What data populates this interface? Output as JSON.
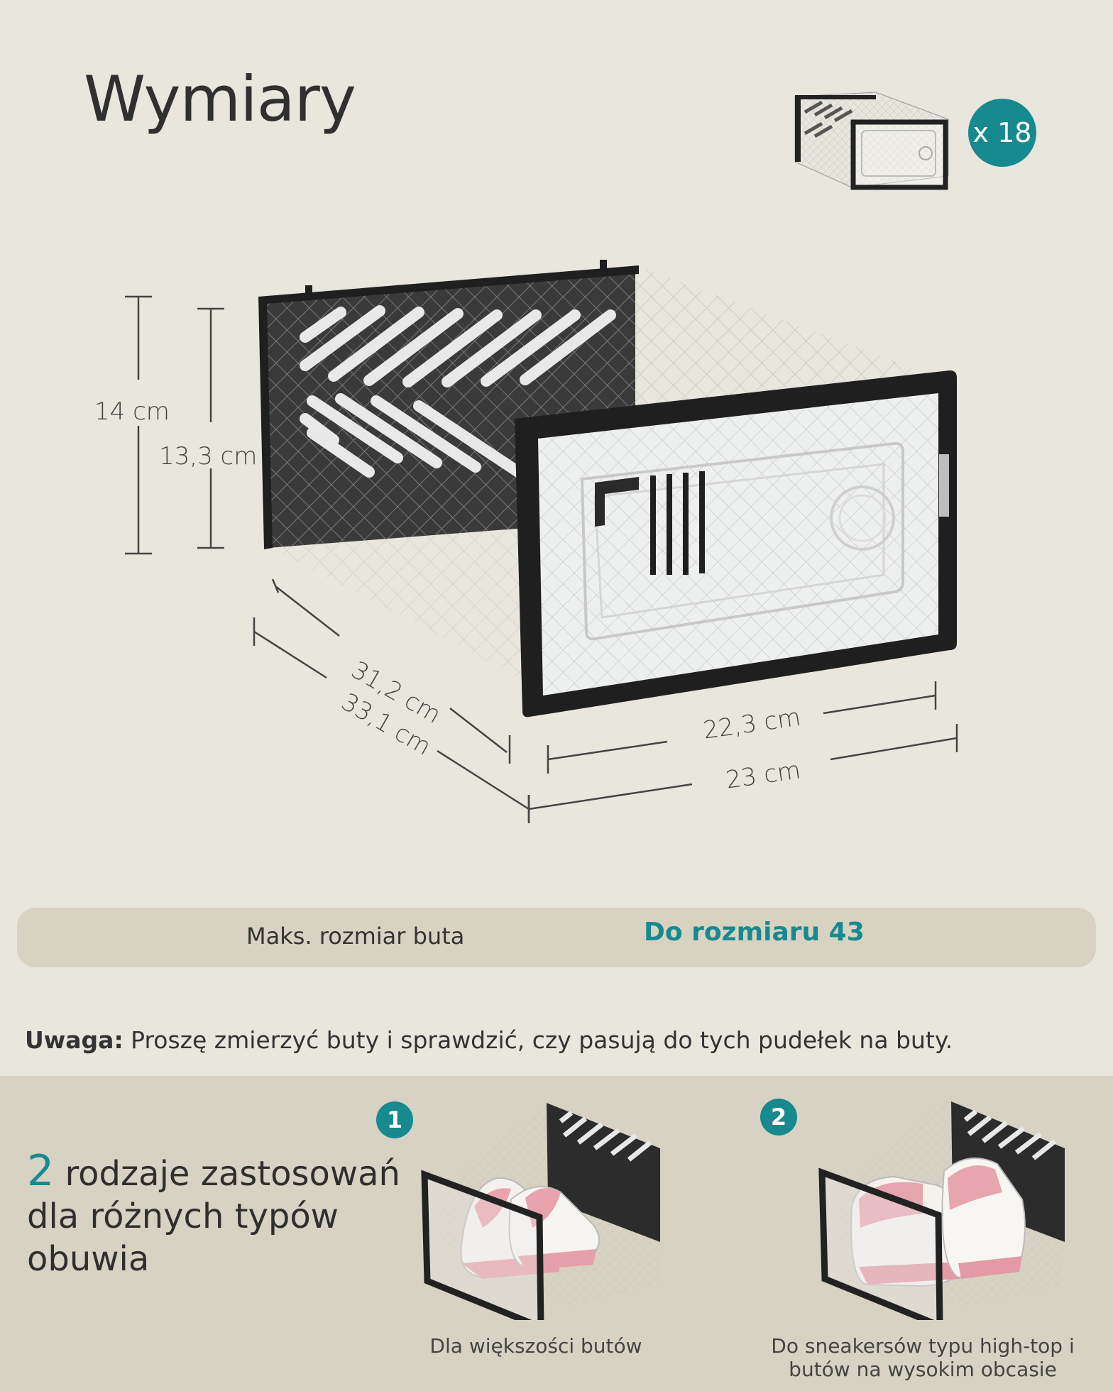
{
  "title": "Wymiary",
  "quantity": {
    "label": "x 18"
  },
  "dimensions": {
    "height_outer": "14 cm",
    "height_inner": "13,3 cm",
    "depth_inner": "31,2 cm",
    "depth_outer": "33,1 cm",
    "width_inner": "22,3 cm",
    "width_outer": "23 cm"
  },
  "size": {
    "label": "Maks. rozmiar buta",
    "value": "Do rozmiaru 43"
  },
  "note": {
    "prefix": "Uwaga:",
    "text": " Proszę zmierzyć buty i sprawdzić, czy pasują do tych pudełek na buty."
  },
  "uses": {
    "count": "2",
    "heading": " rodzaje zastosowań dla różnych typów obuwia",
    "items": [
      {
        "number": "1",
        "caption": "Dla większości butów"
      },
      {
        "number": "2",
        "caption": "Do sneakersów typu high-top i butów na wysokim obcasie"
      }
    ]
  },
  "colors": {
    "accent": "#168a8e",
    "background": "#e8e6dd",
    "frame": "#1f1f1f"
  }
}
